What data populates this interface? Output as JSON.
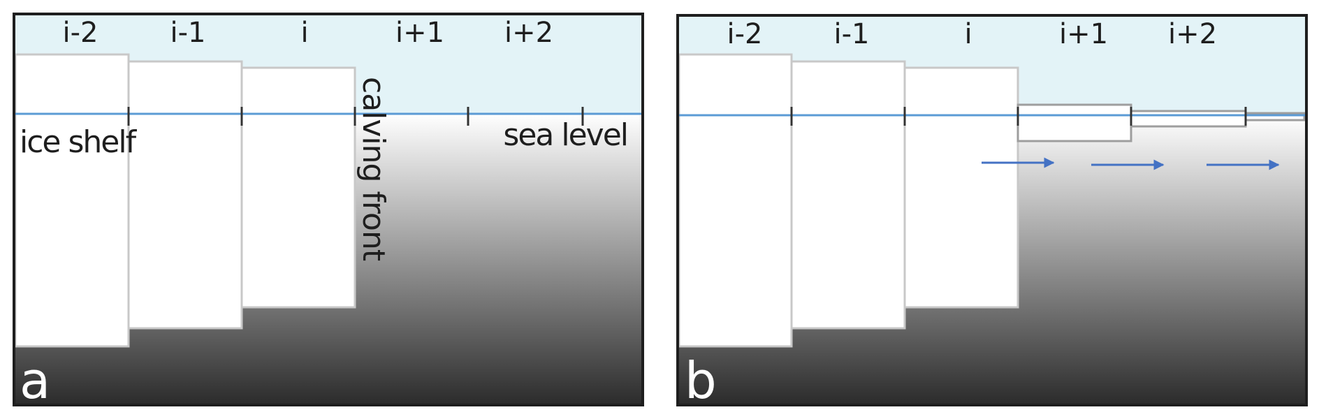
{
  "panels": [
    {
      "letter": "a",
      "columns": [
        "i-2",
        "i-1",
        "i",
        "i+1",
        "i+2"
      ],
      "labels": {
        "ice_shelf": "ice shelf",
        "calving_front": "calving front",
        "sea_level": "sea level"
      }
    },
    {
      "letter": "b",
      "columns": [
        "i-2",
        "i-1",
        "i",
        "i+1",
        "i+2"
      ]
    }
  ],
  "colors": {
    "air": "#e3f3f7",
    "sea_level_line": "#5b9bd5",
    "water_top": "#ffffff",
    "water_bottom": "#2b2b2b",
    "ice": "#ffffff",
    "ice_outline": "#c8c8c8",
    "thin_ice_outline": "#9e9e9e",
    "arrow": "#4472c4",
    "frame": "#1e1e1e"
  }
}
